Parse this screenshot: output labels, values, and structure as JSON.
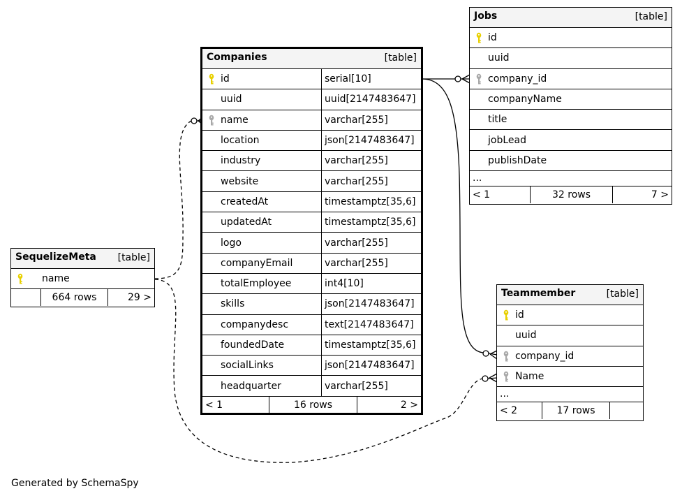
{
  "icons": {
    "primary_key": "primary-key-icon",
    "foreign_key": "foreign-key-icon"
  },
  "colors": {
    "primary_key": "#e8d000",
    "foreign_key": "#a8a8a8",
    "header_bg": "#f4f4f4"
  },
  "tables": {
    "companies": {
      "name": "Companies",
      "type": "[table]",
      "columns": [
        {
          "name": "id",
          "type": "serial[10]",
          "key": "pk"
        },
        {
          "name": "uuid",
          "type": "uuid[2147483647]",
          "key": ""
        },
        {
          "name": "name",
          "type": "varchar[255]",
          "key": "fk"
        },
        {
          "name": "location",
          "type": "json[2147483647]",
          "key": ""
        },
        {
          "name": "industry",
          "type": "varchar[255]",
          "key": ""
        },
        {
          "name": "website",
          "type": "varchar[255]",
          "key": ""
        },
        {
          "name": "createdAt",
          "type": "timestamptz[35,6]",
          "key": ""
        },
        {
          "name": "updatedAt",
          "type": "timestamptz[35,6]",
          "key": ""
        },
        {
          "name": "logo",
          "type": "varchar[255]",
          "key": ""
        },
        {
          "name": "companyEmail",
          "type": "varchar[255]",
          "key": ""
        },
        {
          "name": "totalEmployee",
          "type": "int4[10]",
          "key": ""
        },
        {
          "name": "skills",
          "type": "json[2147483647]",
          "key": ""
        },
        {
          "name": "companydesc",
          "type": "text[2147483647]",
          "key": ""
        },
        {
          "name": "foundedDate",
          "type": "timestamptz[35,6]",
          "key": ""
        },
        {
          "name": "socialLinks",
          "type": "json[2147483647]",
          "key": ""
        },
        {
          "name": "headquarter",
          "type": "varchar[255]",
          "key": ""
        }
      ],
      "footer": {
        "parents": "< 1",
        "rows": "16 rows",
        "children": "2 >"
      }
    },
    "jobs": {
      "name": "Jobs",
      "type": "[table]",
      "columns": [
        {
          "name": "id",
          "key": "pk"
        },
        {
          "name": "uuid",
          "key": ""
        },
        {
          "name": "company_id",
          "key": "fk"
        },
        {
          "name": "companyName",
          "key": ""
        },
        {
          "name": "title",
          "key": ""
        },
        {
          "name": "jobLead",
          "key": ""
        },
        {
          "name": "publishDate",
          "key": ""
        }
      ],
      "ellipsis": "...",
      "footer": {
        "parents": "< 1",
        "rows": "32 rows",
        "children": "7 >"
      }
    },
    "sequelizemeta": {
      "name": "SequelizeMeta",
      "type": "[table]",
      "columns": [
        {
          "name": "name",
          "key": "pk"
        }
      ],
      "footer": {
        "parents": "",
        "rows": "664 rows",
        "children": "29 >"
      }
    },
    "teammember": {
      "name": "Teammember",
      "type": "[table]",
      "columns": [
        {
          "name": "id",
          "key": "pk"
        },
        {
          "name": "uuid",
          "key": ""
        },
        {
          "name": "company_id",
          "key": "fk"
        },
        {
          "name": "Name",
          "key": "fk"
        }
      ],
      "ellipsis": "...",
      "footer": {
        "parents": "< 2",
        "rows": "17 rows",
        "children": ""
      }
    }
  },
  "caption": "Generated by SchemaSpy"
}
